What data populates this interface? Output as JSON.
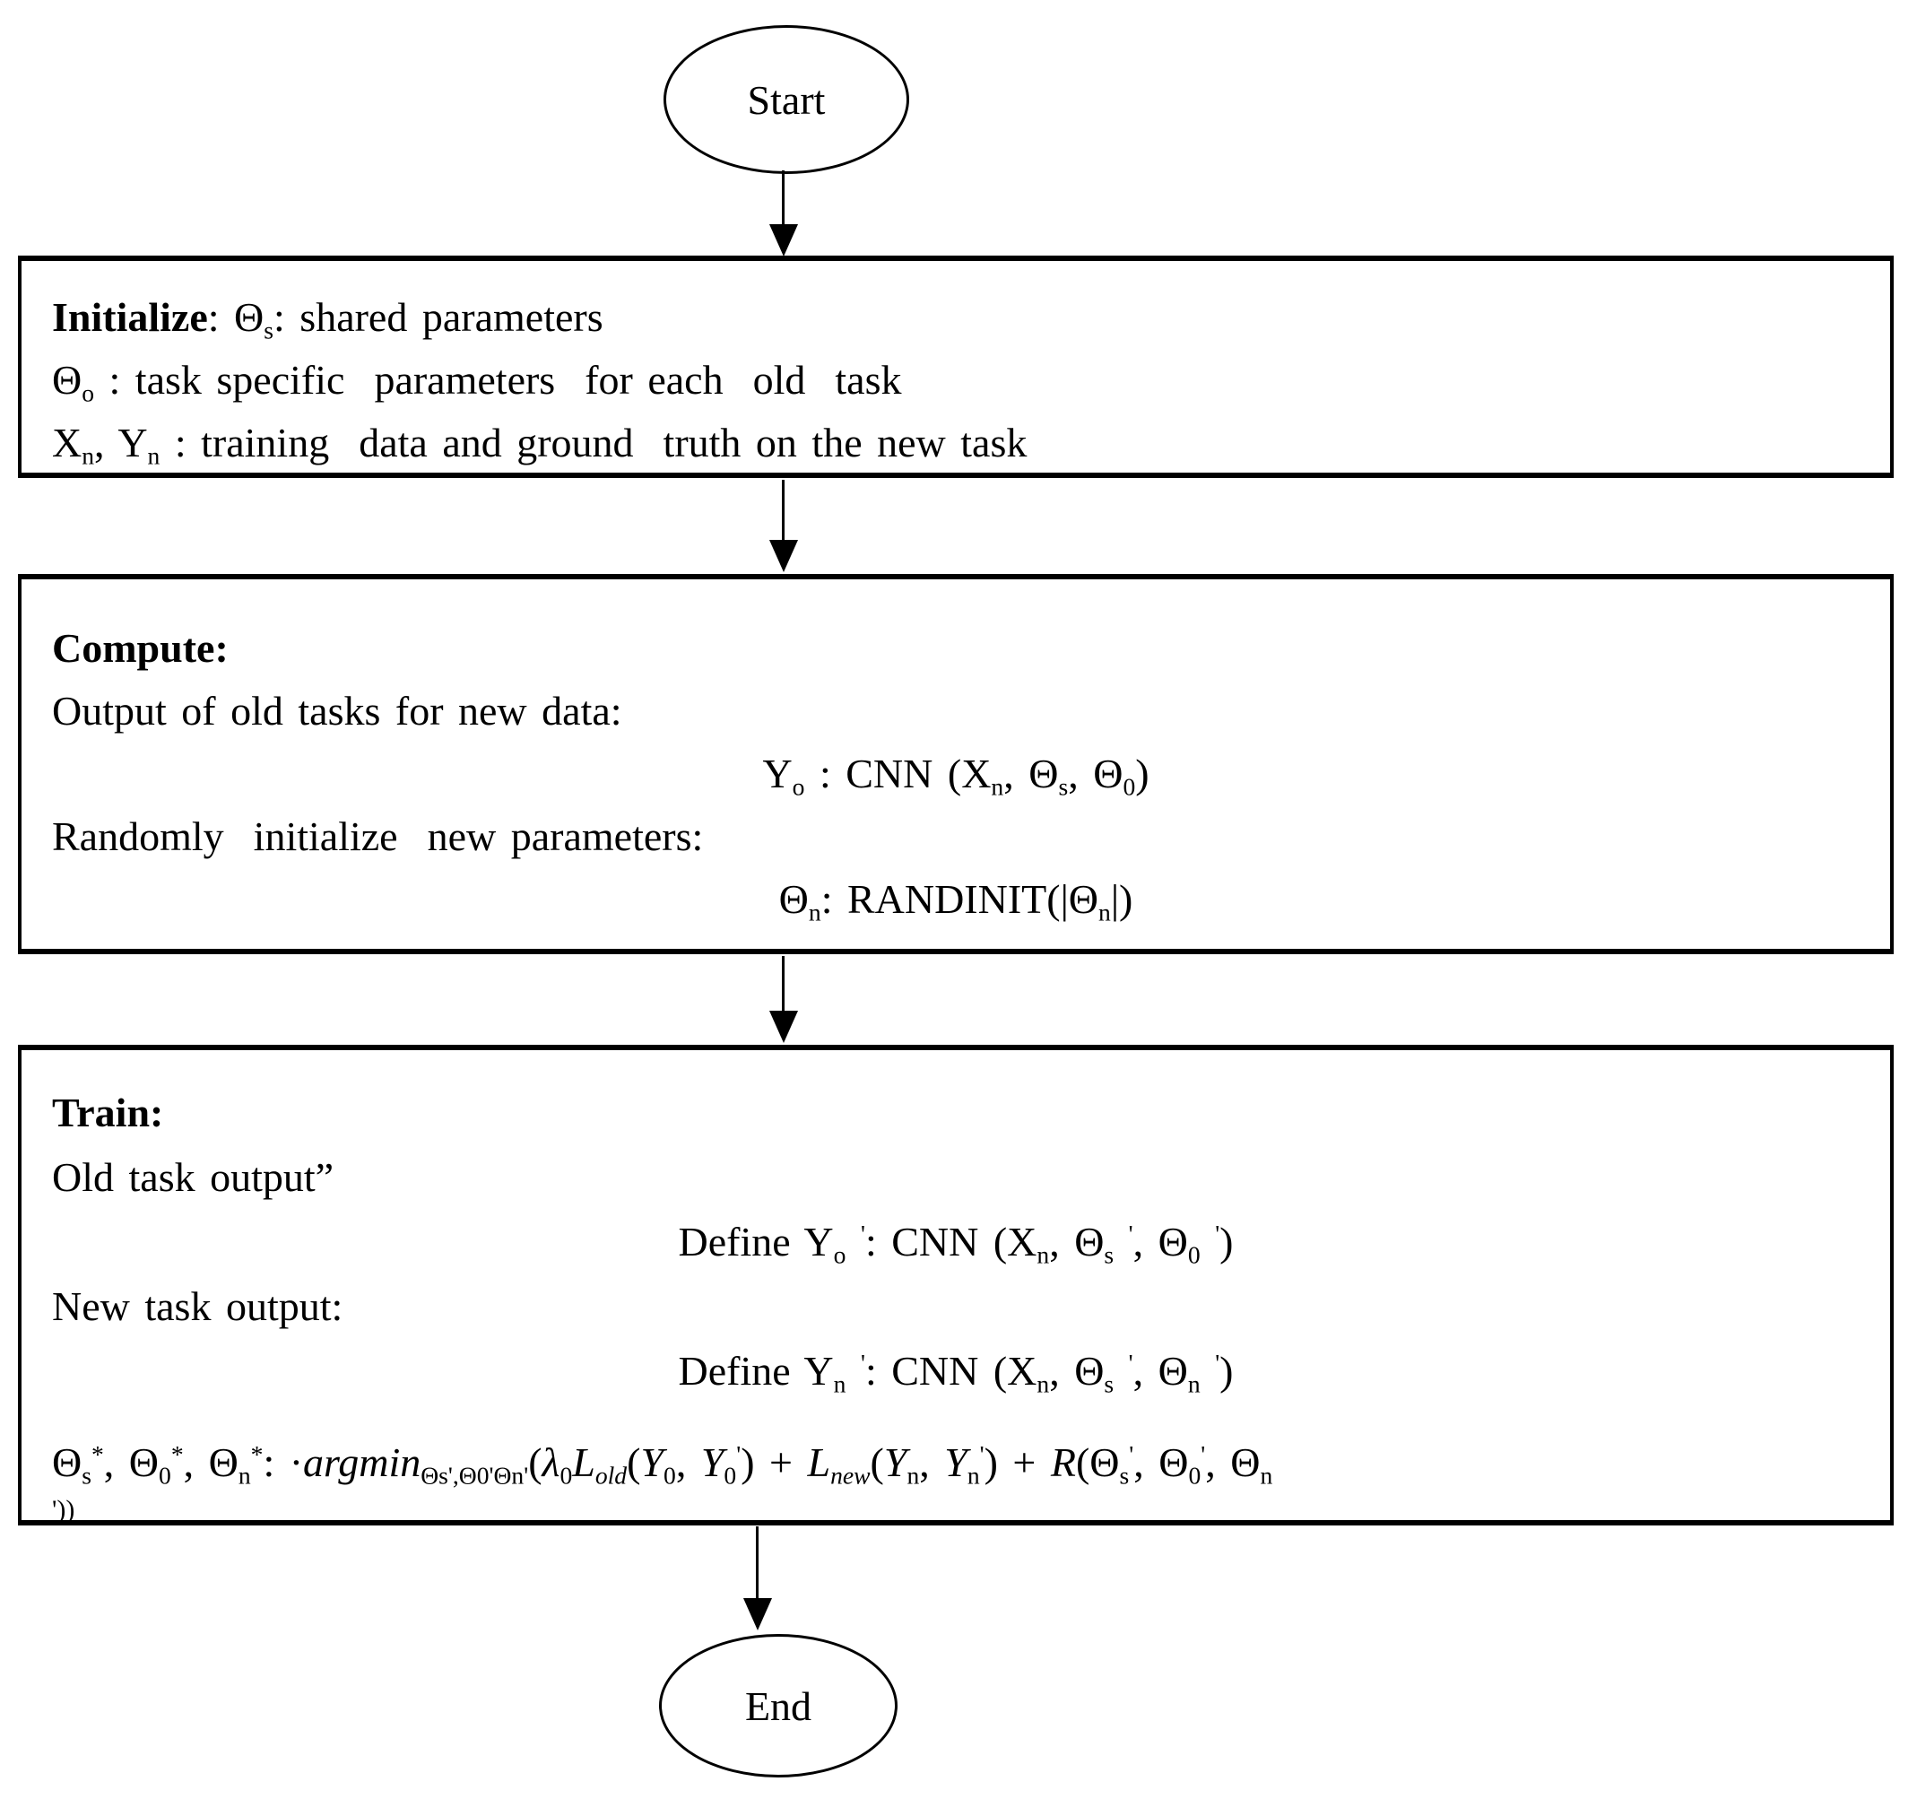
{
  "diagram": {
    "colors": {
      "border": "#000000",
      "background": "#ffffff",
      "text": "#000000"
    },
    "start": {
      "label": "Start"
    },
    "end": {
      "label": "End"
    },
    "boxes": {
      "initialize": {
        "lines": [
          {
            "align": "left",
            "segments": [
              {
                "t": "Initialize",
                "b": true
              },
              {
                "t": ": Θ"
              },
              {
                "t": "s",
                "sub": true
              },
              {
                "t": ": shared parameters"
              }
            ]
          },
          {
            "align": "left",
            "segments": [
              {
                "t": "Θ"
              },
              {
                "t": "o",
                "sub": true
              },
              {
                "t": " : task specific  parameters  for each  old  task"
              }
            ]
          },
          {
            "align": "left",
            "segments": [
              {
                "t": "X"
              },
              {
                "t": "n",
                "sub": true
              },
              {
                "t": ", Y"
              },
              {
                "t": "n",
                "sub": true
              },
              {
                "t": " : training  data and ground  truth on the new task"
              }
            ]
          }
        ]
      },
      "compute": {
        "lines": [
          {
            "align": "left",
            "segments": [
              {
                "t": "Compute:",
                "b": true
              }
            ]
          },
          {
            "align": "left",
            "segments": [
              {
                "t": "Output of old tasks for new data:"
              }
            ]
          },
          {
            "align": "center",
            "segments": [
              {
                "t": "Y"
              },
              {
                "t": "o",
                "sub": true
              },
              {
                "t": " : CNN (X"
              },
              {
                "t": "n",
                "sub": true
              },
              {
                "t": ", Θ"
              },
              {
                "t": "s",
                "sub": true
              },
              {
                "t": ", Θ"
              },
              {
                "t": "0",
                "sub": true
              },
              {
                "t": ")"
              }
            ]
          },
          {
            "align": "left",
            "segments": [
              {
                "t": "Randomly  initialize  new parameters:"
              }
            ]
          },
          {
            "align": "center",
            "segments": [
              {
                "t": "Θ"
              },
              {
                "t": "n",
                "sub": true
              },
              {
                "t": ": RANDINIT(|Θ"
              },
              {
                "t": "n",
                "sub": true
              },
              {
                "t": "|)"
              }
            ]
          }
        ]
      },
      "train": {
        "lines": [
          {
            "align": "left",
            "segments": [
              {
                "t": "Train:",
                "b": true
              }
            ]
          },
          {
            "align": "left",
            "segments": [
              {
                "t": "Old task output”"
              }
            ]
          },
          {
            "align": "center",
            "segments": [
              {
                "t": "Define Y"
              },
              {
                "t": "o",
                "sub": true
              },
              {
                "t": " "
              },
              {
                "t": "'",
                "sup": true
              },
              {
                "t": ": CNN (X"
              },
              {
                "t": "n",
                "sub": true
              },
              {
                "t": ", Θ"
              },
              {
                "t": "s",
                "sub": true
              },
              {
                "t": " "
              },
              {
                "t": "'",
                "sup": true
              },
              {
                "t": ", Θ"
              },
              {
                "t": "0",
                "sub": true
              },
              {
                "t": " "
              },
              {
                "t": "'",
                "sup": true
              },
              {
                "t": ")"
              }
            ]
          },
          {
            "align": "left",
            "segments": [
              {
                "t": "New task output:"
              }
            ]
          },
          {
            "align": "center",
            "segments": [
              {
                "t": "Define Y"
              },
              {
                "t": "n",
                "sub": true
              },
              {
                "t": " "
              },
              {
                "t": "'",
                "sup": true
              },
              {
                "t": ": CNN (X"
              },
              {
                "t": "n",
                "sub": true
              },
              {
                "t": ", Θ"
              },
              {
                "t": "s",
                "sub": true
              },
              {
                "t": " "
              },
              {
                "t": "'",
                "sup": true
              },
              {
                "t": ", Θ"
              },
              {
                "t": "n",
                "sub": true
              },
              {
                "t": " "
              },
              {
                "t": "'",
                "sup": true
              },
              {
                "t": ")"
              }
            ]
          },
          {
            "gap": true,
            "segments": []
          },
          {
            "align": "left",
            "segments": [
              {
                "t": "Θ"
              },
              {
                "t": "s",
                "sub": true
              },
              {
                "t": "*",
                "sup": true
              },
              {
                "t": ", Θ"
              },
              {
                "t": "0",
                "sub": true
              },
              {
                "t": "*",
                "sup": true
              },
              {
                "t": ", Θ"
              },
              {
                "t": "n",
                "sub": true
              },
              {
                "t": "*",
                "sup": true
              },
              {
                "t": ": ·"
              },
              {
                "t": "argmin",
                "i": true
              },
              {
                "t": "Θs',Θ0'Θn'",
                "sub": true
              },
              {
                "t": "("
              },
              {
                "t": "λ",
                "i": true
              },
              {
                "t": "0",
                "sub": true
              },
              {
                "t": "L",
                "i": true
              },
              {
                "t": "old",
                "sub": true,
                "i": true
              },
              {
                "t": "("
              },
              {
                "t": "Y",
                "i": true
              },
              {
                "t": "0",
                "sub": true
              },
              {
                "t": ", "
              },
              {
                "t": "Y",
                "i": true
              },
              {
                "t": "0",
                "sub": true
              },
              {
                "t": "'",
                "sup": true
              },
              {
                "t": ") + "
              },
              {
                "t": "L",
                "i": true
              },
              {
                "t": "new",
                "sub": true,
                "i": true
              },
              {
                "t": "("
              },
              {
                "t": "Y",
                "i": true
              },
              {
                "t": "n",
                "sub": true
              },
              {
                "t": ", "
              },
              {
                "t": "Y",
                "i": true
              },
              {
                "t": "n",
                "sub": true
              },
              {
                "t": "'",
                "sup": true
              },
              {
                "t": ") + "
              },
              {
                "t": "R",
                "i": true
              },
              {
                "t": "(Θ"
              },
              {
                "t": "s",
                "sub": true
              },
              {
                "t": "'",
                "sup": true
              },
              {
                "t": ", Θ"
              },
              {
                "t": "0",
                "sub": true
              },
              {
                "t": "'",
                "sup": true
              },
              {
                "t": ", Θ"
              },
              {
                "t": "n",
                "sub": true
              }
            ]
          },
          {
            "align": "left",
            "small": true,
            "segments": [
              {
                "t": "'))"
              }
            ]
          }
        ]
      }
    }
  }
}
